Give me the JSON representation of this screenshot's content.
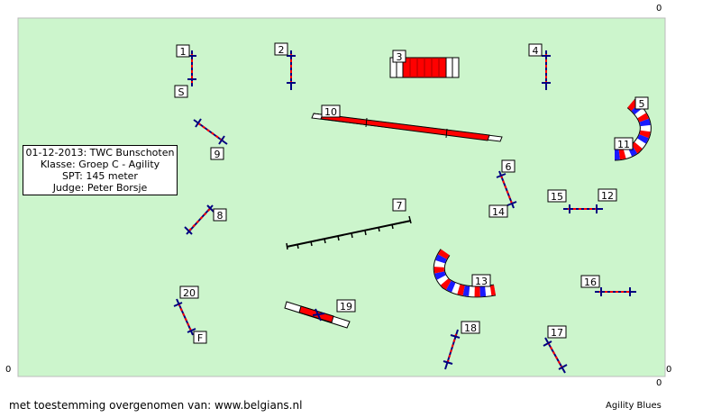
{
  "corners": {
    "top_right": "0",
    "bottom_left": "0",
    "bottom_right": "0",
    "bottom_right_outer": "0"
  },
  "info": {
    "line1": "01-12-2013: TWC Bunschoten",
    "line2": "Klasse: Groep C - Agility",
    "line3": "SPT: 145 meter",
    "line4": "Judge: Peter Borsje"
  },
  "labels": {
    "n1": "1",
    "s": "S",
    "n2": "2",
    "n3": "3",
    "n4": "4",
    "n5": "5",
    "n6": "6",
    "n7": "7",
    "n8": "8",
    "n9": "9",
    "n10": "10",
    "n11": "11",
    "n12": "12",
    "n13": "13",
    "n14": "14",
    "n15": "15",
    "n16": "16",
    "n17": "17",
    "n18": "18",
    "n19": "19",
    "n20": "20",
    "f": "F"
  },
  "footer": {
    "credit": "met toestemming overgenomen van: www.belgians.nl",
    "brand": "Agility Blues"
  },
  "colors": {
    "field": "#ccf5cc",
    "red": "#ff0000",
    "blue": "#000080",
    "pole": "#000000"
  }
}
